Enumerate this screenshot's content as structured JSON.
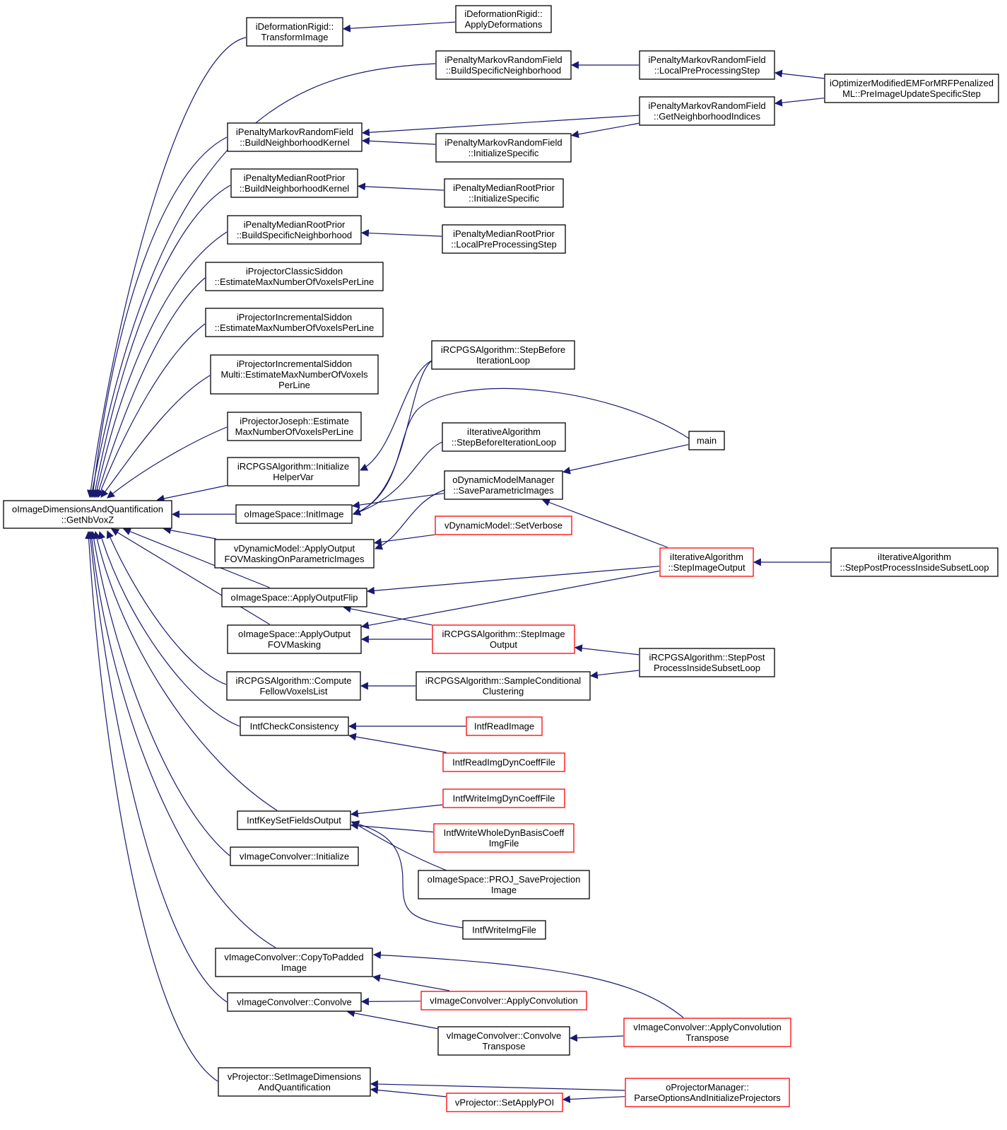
{
  "colors": {
    "edge": "#191970",
    "node_border": "#000000",
    "node_border_truncated": "#ff0000",
    "root_fill": "#bfbfbf",
    "node_fill": "#ffffff"
  },
  "nodes": [
    {
      "id": "root",
      "lines": [
        "oImageDimensionsAndQuantification",
        "::GetNbVoxZ"
      ],
      "root": true
    },
    {
      "id": "n1",
      "lines": [
        "iDeformationRigid::",
        "TransformImage"
      ]
    },
    {
      "id": "n2",
      "lines": [
        "iDeformationRigid::",
        "ApplyDeformations"
      ]
    },
    {
      "id": "n3",
      "lines": [
        "iPenaltyMarkovRandomField",
        "::BuildSpecificNeighborhood"
      ]
    },
    {
      "id": "n4",
      "lines": [
        "iPenaltyMarkovRandomField",
        "::LocalPreProcessingStep"
      ]
    },
    {
      "id": "n5",
      "lines": [
        "iOptimizerModifiedEMForMRFPenalized",
        "ML::PreImageUpdateSpecificStep"
      ]
    },
    {
      "id": "n6",
      "lines": [
        "iPenaltyMarkovRandomField",
        "::GetNeighborhoodIndices"
      ]
    },
    {
      "id": "n7",
      "lines": [
        "iPenaltyMarkovRandomField",
        "::BuildNeighborhoodKernel"
      ]
    },
    {
      "id": "n8",
      "lines": [
        "iPenaltyMarkovRandomField",
        "::InitializeSpecific"
      ]
    },
    {
      "id": "n9",
      "lines": [
        "iPenaltyMedianRootPrior",
        "::BuildNeighborhoodKernel"
      ]
    },
    {
      "id": "n10",
      "lines": [
        "iPenaltyMedianRootPrior",
        "::InitializeSpecific"
      ]
    },
    {
      "id": "n11",
      "lines": [
        "iPenaltyMedianRootPrior",
        "::BuildSpecificNeighborhood"
      ]
    },
    {
      "id": "n12",
      "lines": [
        "iPenaltyMedianRootPrior",
        "::LocalPreProcessingStep"
      ]
    },
    {
      "id": "n13",
      "lines": [
        "iProjectorClassicSiddon",
        "::EstimateMaxNumberOfVoxelsPerLine"
      ]
    },
    {
      "id": "n14",
      "lines": [
        "iProjectorIncrementalSiddon",
        "::EstimateMaxNumberOfVoxelsPerLine"
      ]
    },
    {
      "id": "n15",
      "lines": [
        "iProjectorIncrementalSiddon",
        "Multi::EstimateMaxNumberOfVoxels",
        "PerLine"
      ]
    },
    {
      "id": "n16",
      "lines": [
        "iProjectorJoseph::Estimate",
        "MaxNumberOfVoxelsPerLine"
      ]
    },
    {
      "id": "n17",
      "lines": [
        "iRCPGSAlgorithm::StepBefore",
        "IterationLoop"
      ]
    },
    {
      "id": "n18",
      "lines": [
        "main"
      ]
    },
    {
      "id": "n19",
      "lines": [
        "iIterativeAlgorithm",
        "::StepBeforeIterationLoop"
      ]
    },
    {
      "id": "n20",
      "lines": [
        "iRCPGSAlgorithm::Initialize",
        "HelperVar"
      ]
    },
    {
      "id": "n21",
      "lines": [
        "oDynamicModelManager",
        "::SaveParametricImages"
      ]
    },
    {
      "id": "n22",
      "lines": [
        "oImageSpace::InitImage"
      ]
    },
    {
      "id": "n23",
      "lines": [
        "vDynamicModel::SetVerbose"
      ],
      "truncated": true
    },
    {
      "id": "n24",
      "lines": [
        "vDynamicModel::ApplyOutput",
        "FOVMaskingOnParametricImages"
      ]
    },
    {
      "id": "n25",
      "lines": [
        "iIterativeAlgorithm",
        "::StepImageOutput"
      ],
      "truncated": true
    },
    {
      "id": "n26",
      "lines": [
        "iIterativeAlgorithm",
        "::StepPostProcessInsideSubsetLoop"
      ]
    },
    {
      "id": "n27",
      "lines": [
        "oImageSpace::ApplyOutputFlip"
      ]
    },
    {
      "id": "n28",
      "lines": [
        "oImageSpace::ApplyOutput",
        "FOVMasking"
      ]
    },
    {
      "id": "n29",
      "lines": [
        "iRCPGSAlgorithm::StepImage",
        "Output"
      ],
      "truncated": true
    },
    {
      "id": "n30",
      "lines": [
        "iRCPGSAlgorithm::StepPost",
        "ProcessInsideSubsetLoop"
      ]
    },
    {
      "id": "n31",
      "lines": [
        "iRCPGSAlgorithm::Compute",
        "FellowVoxelsList"
      ]
    },
    {
      "id": "n32",
      "lines": [
        "iRCPGSAlgorithm::SampleConditional",
        "Clustering"
      ]
    },
    {
      "id": "n33",
      "lines": [
        "IntfCheckConsistency"
      ]
    },
    {
      "id": "n34",
      "lines": [
        "IntfReadImage"
      ],
      "truncated": true
    },
    {
      "id": "n35",
      "lines": [
        "IntfReadImgDynCoeffFile"
      ],
      "truncated": true
    },
    {
      "id": "n36",
      "lines": [
        "IntfKeySetFieldsOutput"
      ]
    },
    {
      "id": "n37",
      "lines": [
        "IntfWriteImgDynCoeffFile"
      ],
      "truncated": true
    },
    {
      "id": "n38",
      "lines": [
        "IntfWriteWholeDynBasisCoeff",
        "ImgFile"
      ],
      "truncated": true
    },
    {
      "id": "n39",
      "lines": [
        "vImageConvolver::Initialize"
      ]
    },
    {
      "id": "n40",
      "lines": [
        "oImageSpace::PROJ_SaveProjection",
        "Image"
      ]
    },
    {
      "id": "n41",
      "lines": [
        "IntfWriteImgFile"
      ]
    },
    {
      "id": "n42",
      "lines": [
        "vImageConvolver::CopyToPadded",
        "Image"
      ]
    },
    {
      "id": "n43",
      "lines": [
        "vImageConvolver::Convolve"
      ]
    },
    {
      "id": "n44",
      "lines": [
        "vImageConvolver::ApplyConvolution"
      ],
      "truncated": true
    },
    {
      "id": "n45",
      "lines": [
        "vImageConvolver::ApplyConvolution",
        "Transpose"
      ],
      "truncated": true
    },
    {
      "id": "n46",
      "lines": [
        "vImageConvolver::Convolve",
        "Transpose"
      ]
    },
    {
      "id": "n47",
      "lines": [
        "vProjector::SetImageDimensions",
        "AndQuantification"
      ]
    },
    {
      "id": "n48",
      "lines": [
        "oProjectorManager::",
        "ParseOptionsAndInitializeProjectors"
      ],
      "truncated": true
    },
    {
      "id": "n49",
      "lines": [
        "vProjector::SetApplyPOI"
      ],
      "truncated": true
    }
  ],
  "edges": [
    [
      "n1",
      "root"
    ],
    [
      "n3",
      "root"
    ],
    [
      "n7",
      "root"
    ],
    [
      "n9",
      "root"
    ],
    [
      "n11",
      "root"
    ],
    [
      "n13",
      "root"
    ],
    [
      "n14",
      "root"
    ],
    [
      "n15",
      "root"
    ],
    [
      "n16",
      "root"
    ],
    [
      "n20",
      "root"
    ],
    [
      "n22",
      "root"
    ],
    [
      "n24",
      "root"
    ],
    [
      "n27",
      "root"
    ],
    [
      "n28",
      "root"
    ],
    [
      "n31",
      "root"
    ],
    [
      "n33",
      "root"
    ],
    [
      "n36",
      "root"
    ],
    [
      "n39",
      "root"
    ],
    [
      "n42",
      "root"
    ],
    [
      "n43",
      "root"
    ],
    [
      "n47",
      "root"
    ],
    [
      "n2",
      "n1"
    ],
    [
      "n4",
      "n3"
    ],
    [
      "n5",
      "n4"
    ],
    [
      "n6",
      "n7"
    ],
    [
      "n8",
      "n7"
    ],
    [
      "n5",
      "n6"
    ],
    [
      "n6",
      "n8"
    ],
    [
      "n10",
      "n9"
    ],
    [
      "n12",
      "n11"
    ],
    [
      "n17",
      "n20"
    ],
    [
      "n17",
      "n22"
    ],
    [
      "n18",
      "n22"
    ],
    [
      "n19",
      "n22"
    ],
    [
      "n21",
      "n22"
    ],
    [
      "n18",
      "n21"
    ],
    [
      "n25",
      "n21"
    ],
    [
      "n21",
      "n24"
    ],
    [
      "n23",
      "n24"
    ],
    [
      "n25",
      "n27"
    ],
    [
      "n29",
      "n27"
    ],
    [
      "n25",
      "n28"
    ],
    [
      "n29",
      "n28"
    ],
    [
      "n26",
      "n25"
    ],
    [
      "n30",
      "n29"
    ],
    [
      "n32",
      "n31"
    ],
    [
      "n30",
      "n32"
    ],
    [
      "n34",
      "n33"
    ],
    [
      "n35",
      "n33"
    ],
    [
      "n37",
      "n36"
    ],
    [
      "n38",
      "n36"
    ],
    [
      "n40",
      "n36"
    ],
    [
      "n41",
      "n36"
    ],
    [
      "n44",
      "n42"
    ],
    [
      "n45",
      "n42"
    ],
    [
      "n44",
      "n43"
    ],
    [
      "n46",
      "n43"
    ],
    [
      "n45",
      "n46"
    ],
    [
      "n48",
      "n47"
    ],
    [
      "n49",
      "n47"
    ],
    [
      "n48",
      "n49"
    ]
  ]
}
